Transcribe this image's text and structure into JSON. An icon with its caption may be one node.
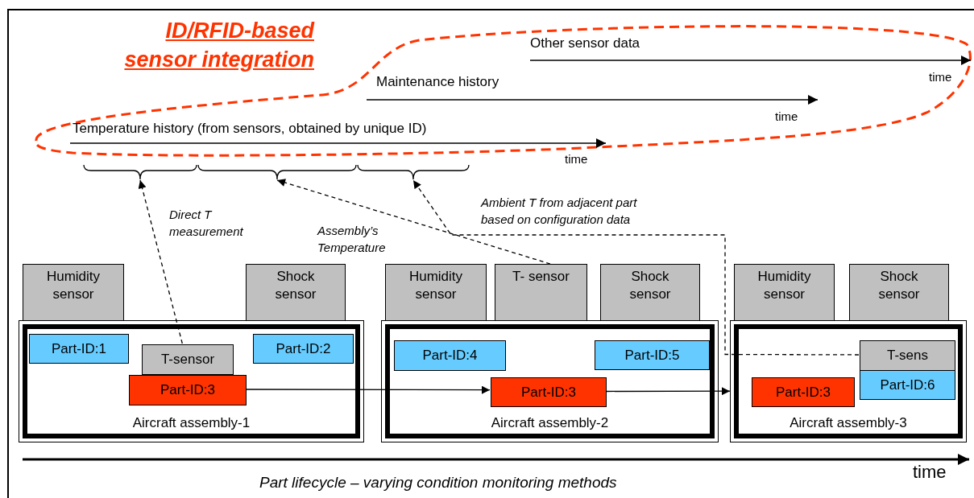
{
  "diagram": {
    "title": "ID/RFID-based sensor integration",
    "nodes": [
      {
        "text": [
          "Humidity sensor"
        ]
      },
      {
        "text": [
          "Shock sensor"
        ]
      },
      {
        "text": [
          "Aircraft assembly-1"
        ]
      },
      {
        "text": [
          "Part-ID:1"
        ],
        "in": 2
      },
      {
        "text": [
          "T-sensor"
        ],
        "in": 2
      },
      {
        "text": [
          "Part-ID:3"
        ],
        "in": 2
      },
      {
        "text": [
          "Part-ID:2"
        ],
        "in": 2
      },
      {
        "text": [
          "Humidity sensor"
        ]
      },
      {
        "text": [
          "T- sensor"
        ]
      },
      {
        "text": [
          "Shock sensor"
        ]
      },
      {
        "text": [
          "Aircraft assembly-2"
        ]
      },
      {
        "text": [
          "Part-ID:4"
        ],
        "in": 10
      },
      {
        "text": [
          "Part-ID:5"
        ],
        "in": 10
      },
      {
        "text": [
          "Part-ID:3"
        ],
        "in": 10
      },
      {
        "text": [
          "Humidity sensor"
        ]
      },
      {
        "text": [
          "Shock sensor"
        ]
      },
      {
        "text": [
          "Aircraft assembly-3"
        ]
      },
      {
        "text": [
          "T-sens"
        ],
        "in": 16
      },
      {
        "text": [
          "Part-ID:3"
        ],
        "in": 16
      },
      {
        "text": [
          "Part-ID:6"
        ],
        "in": 16
      },
      {
        "text": [],
        "shape": "brace"
      },
      {
        "text": [],
        "shape": "brace"
      },
      {
        "text": [],
        "shape": "brace"
      }
    ],
    "edges": [
      {
        "from": 4,
        "to": 20,
        "arrow": "to",
        "style": "dashed",
        "label": "Direct T measurement"
      },
      {
        "from": 8,
        "to": 21,
        "arrow": "to",
        "style": "dashed",
        "label": "Assembly’s Temperature"
      },
      {
        "from": 17,
        "to": 22,
        "arrow": "to",
        "style": "dashed",
        "label": "Ambient T from adjacent part based on configuration data"
      },
      {
        "from": 5,
        "to": 13,
        "arrow": "to"
      },
      {
        "from": 13,
        "to": 16,
        "arrow": "to"
      }
    ],
    "labels": [
      "Other sensor data",
      "time",
      "Maintenance history",
      "time",
      "Temperature history (from sensors, obtained by unique ID)",
      "time",
      "time",
      "Part lifecycle – varying condition monitoring methods"
    ]
  }
}
